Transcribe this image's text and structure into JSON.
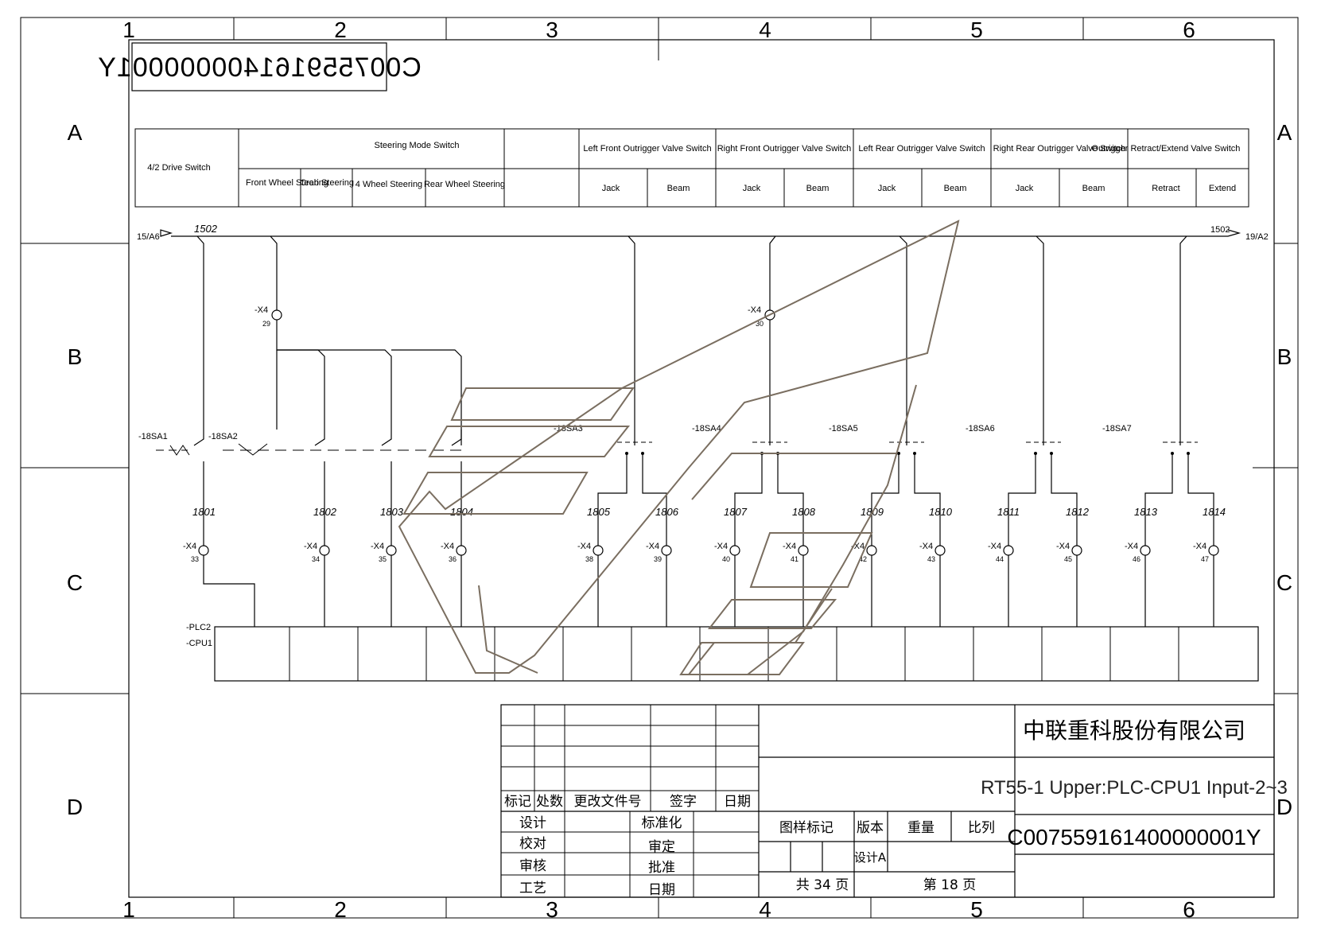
{
  "border": {
    "cols": [
      "1",
      "2",
      "3",
      "4",
      "5",
      "6"
    ],
    "rows": [
      "A",
      "B",
      "C",
      "D"
    ]
  },
  "doc_stamp": "C007559161400000001Y",
  "header": {
    "drive_switch": "4/2 Drive Switch",
    "steering_mode": "Steering Mode Switch",
    "steering_sub": [
      "Front Wheel Steering",
      "Crab Steering",
      "4 Wheel Steering",
      "Rear Wheel Steering"
    ],
    "valve_groups": [
      "Left Front Outrigger Valve Switch",
      "Right Front Outrigger Valve Switch",
      "Left Rear Outrigger Valve Switch",
      "Right Rear Outrigger Valve Switch",
      "Outrigger Retract/Extend Valve Switch"
    ],
    "valve_sub": [
      "Jack",
      "Beam",
      "Jack",
      "Beam",
      "Jack",
      "Beam",
      "Jack",
      "Beam",
      "Retract",
      "Extend"
    ]
  },
  "circuit": {
    "ref_in": "15/A6",
    "ref_out": "19/A2",
    "wire_main": "1502",
    "wire_out": "1502",
    "x4_top_left": {
      "name": "-X4",
      "pin": "29"
    },
    "x4_top_mid": {
      "name": "-X4",
      "pin": "30"
    },
    "switches": [
      "-18SA1",
      "-18SA2",
      "-18SA3",
      "-18SA4",
      "-18SA5",
      "-18SA6",
      "-18SA7"
    ],
    "wires": [
      "1801",
      "1802",
      "1803",
      "1804",
      "1805",
      "1806",
      "1807",
      "1808",
      "1809",
      "1810",
      "1811",
      "1812",
      "1813",
      "1814"
    ],
    "x4_pins": [
      "33",
      "34",
      "35",
      "36",
      "38",
      "39",
      "40",
      "41",
      "42",
      "43",
      "44",
      "45",
      "46",
      "47"
    ],
    "x4_label": "-X4",
    "plc": [
      "-PLC2",
      "-CPU1"
    ]
  },
  "title_block": {
    "company": "中联重科股份有限公司",
    "drawing_title": "RT55-1 Upper:PLC-CPU1 Input-2~3",
    "drawing_number": "C007559161400000001Y",
    "rev_headers": [
      "标记",
      "处数",
      "更改文件号",
      "签字",
      "日期"
    ],
    "sign_labels": [
      "设计",
      "标准化",
      "校对",
      "审定",
      "审核",
      "批准",
      "工艺",
      "日期"
    ],
    "props": [
      "图样标记",
      "版本",
      "重量",
      "比列"
    ],
    "version": "设计A",
    "total_pages": "共 34 页",
    "page": "第 18 页"
  }
}
